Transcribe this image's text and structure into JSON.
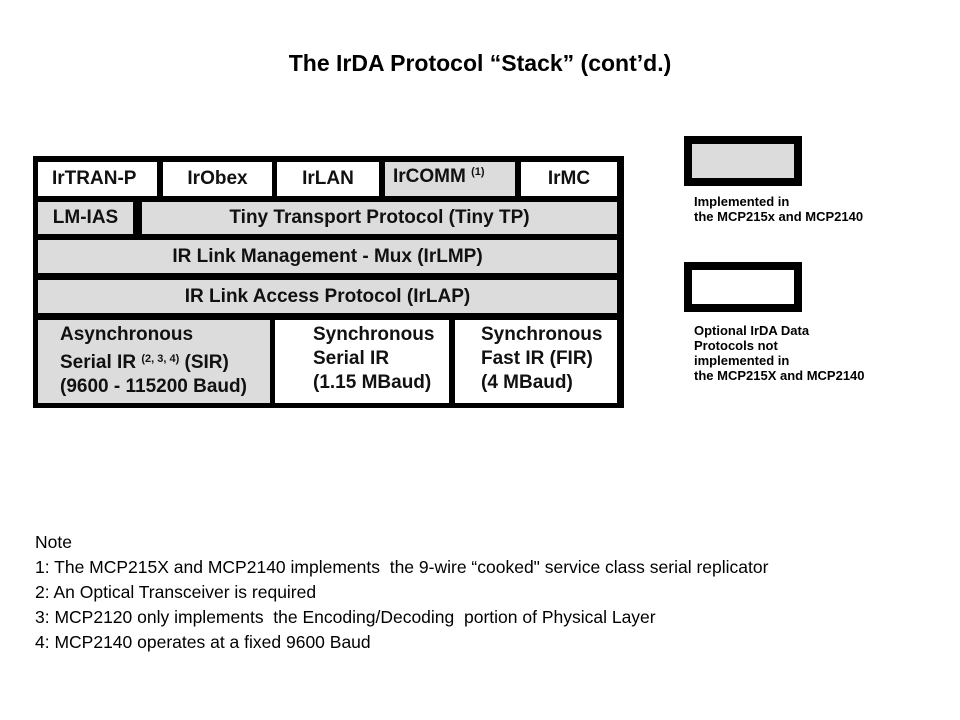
{
  "title": "The IrDA Protocol “Stack” (cont’d.)",
  "colors": {
    "implemented": "#dcdcdc",
    "not_implemented": "#ffffff",
    "border": "#000000"
  },
  "stack": {
    "row1": [
      {
        "label": "IrTRAN-P",
        "implemented": false
      },
      {
        "label": "IrObex",
        "implemented": false
      },
      {
        "label": "IrLAN",
        "implemented": false
      },
      {
        "label": "IrCOMM",
        "sup": "(1)",
        "implemented": true
      },
      {
        "label": "IrMC",
        "implemented": false
      }
    ],
    "row2": [
      {
        "label": "LM-IAS",
        "implemented": true
      },
      {
        "label": "Tiny Transport Protocol (Tiny TP)",
        "implemented": true
      }
    ],
    "row3": {
      "label": "IR Link Management - Mux (IrLMP)",
      "implemented": true
    },
    "row4": {
      "label": "IR Link Access Protocol (IrLAP)",
      "implemented": true
    },
    "row5": [
      {
        "line1": "Asynchronous",
        "line2a": "Serial IR",
        "sup": "(2, 3, 4)",
        "line2b": "(SIR)",
        "line3": "(9600 - 115200 Baud)",
        "implemented": true
      },
      {
        "line1": "Synchronous",
        "line2": "Serial IR",
        "line3": "(1.15 MBaud)",
        "implemented": false
      },
      {
        "line1": "Synchronous",
        "line2": "Fast IR (FIR)",
        "line3": "(4 MBaud)",
        "implemented": false
      }
    ]
  },
  "legend": {
    "implemented": [
      "Implemented in",
      "the MCP215x and MCP2140"
    ],
    "not_implemented": [
      "Optional IrDA Data",
      "Protocols not",
      "implemented in",
      "the MCP215X and MCP2140"
    ]
  },
  "notes": [
    "Note",
    "1: The MCP215X and MCP2140 implements  the 9-wire “cooked\" service class serial replicator",
    "2: An Optical Transceiver is required",
    "3: MCP2120 only implements  the Encoding/Decoding  portion of Physical Layer",
    "4: MCP2140 operates at a fixed 9600 Baud"
  ]
}
